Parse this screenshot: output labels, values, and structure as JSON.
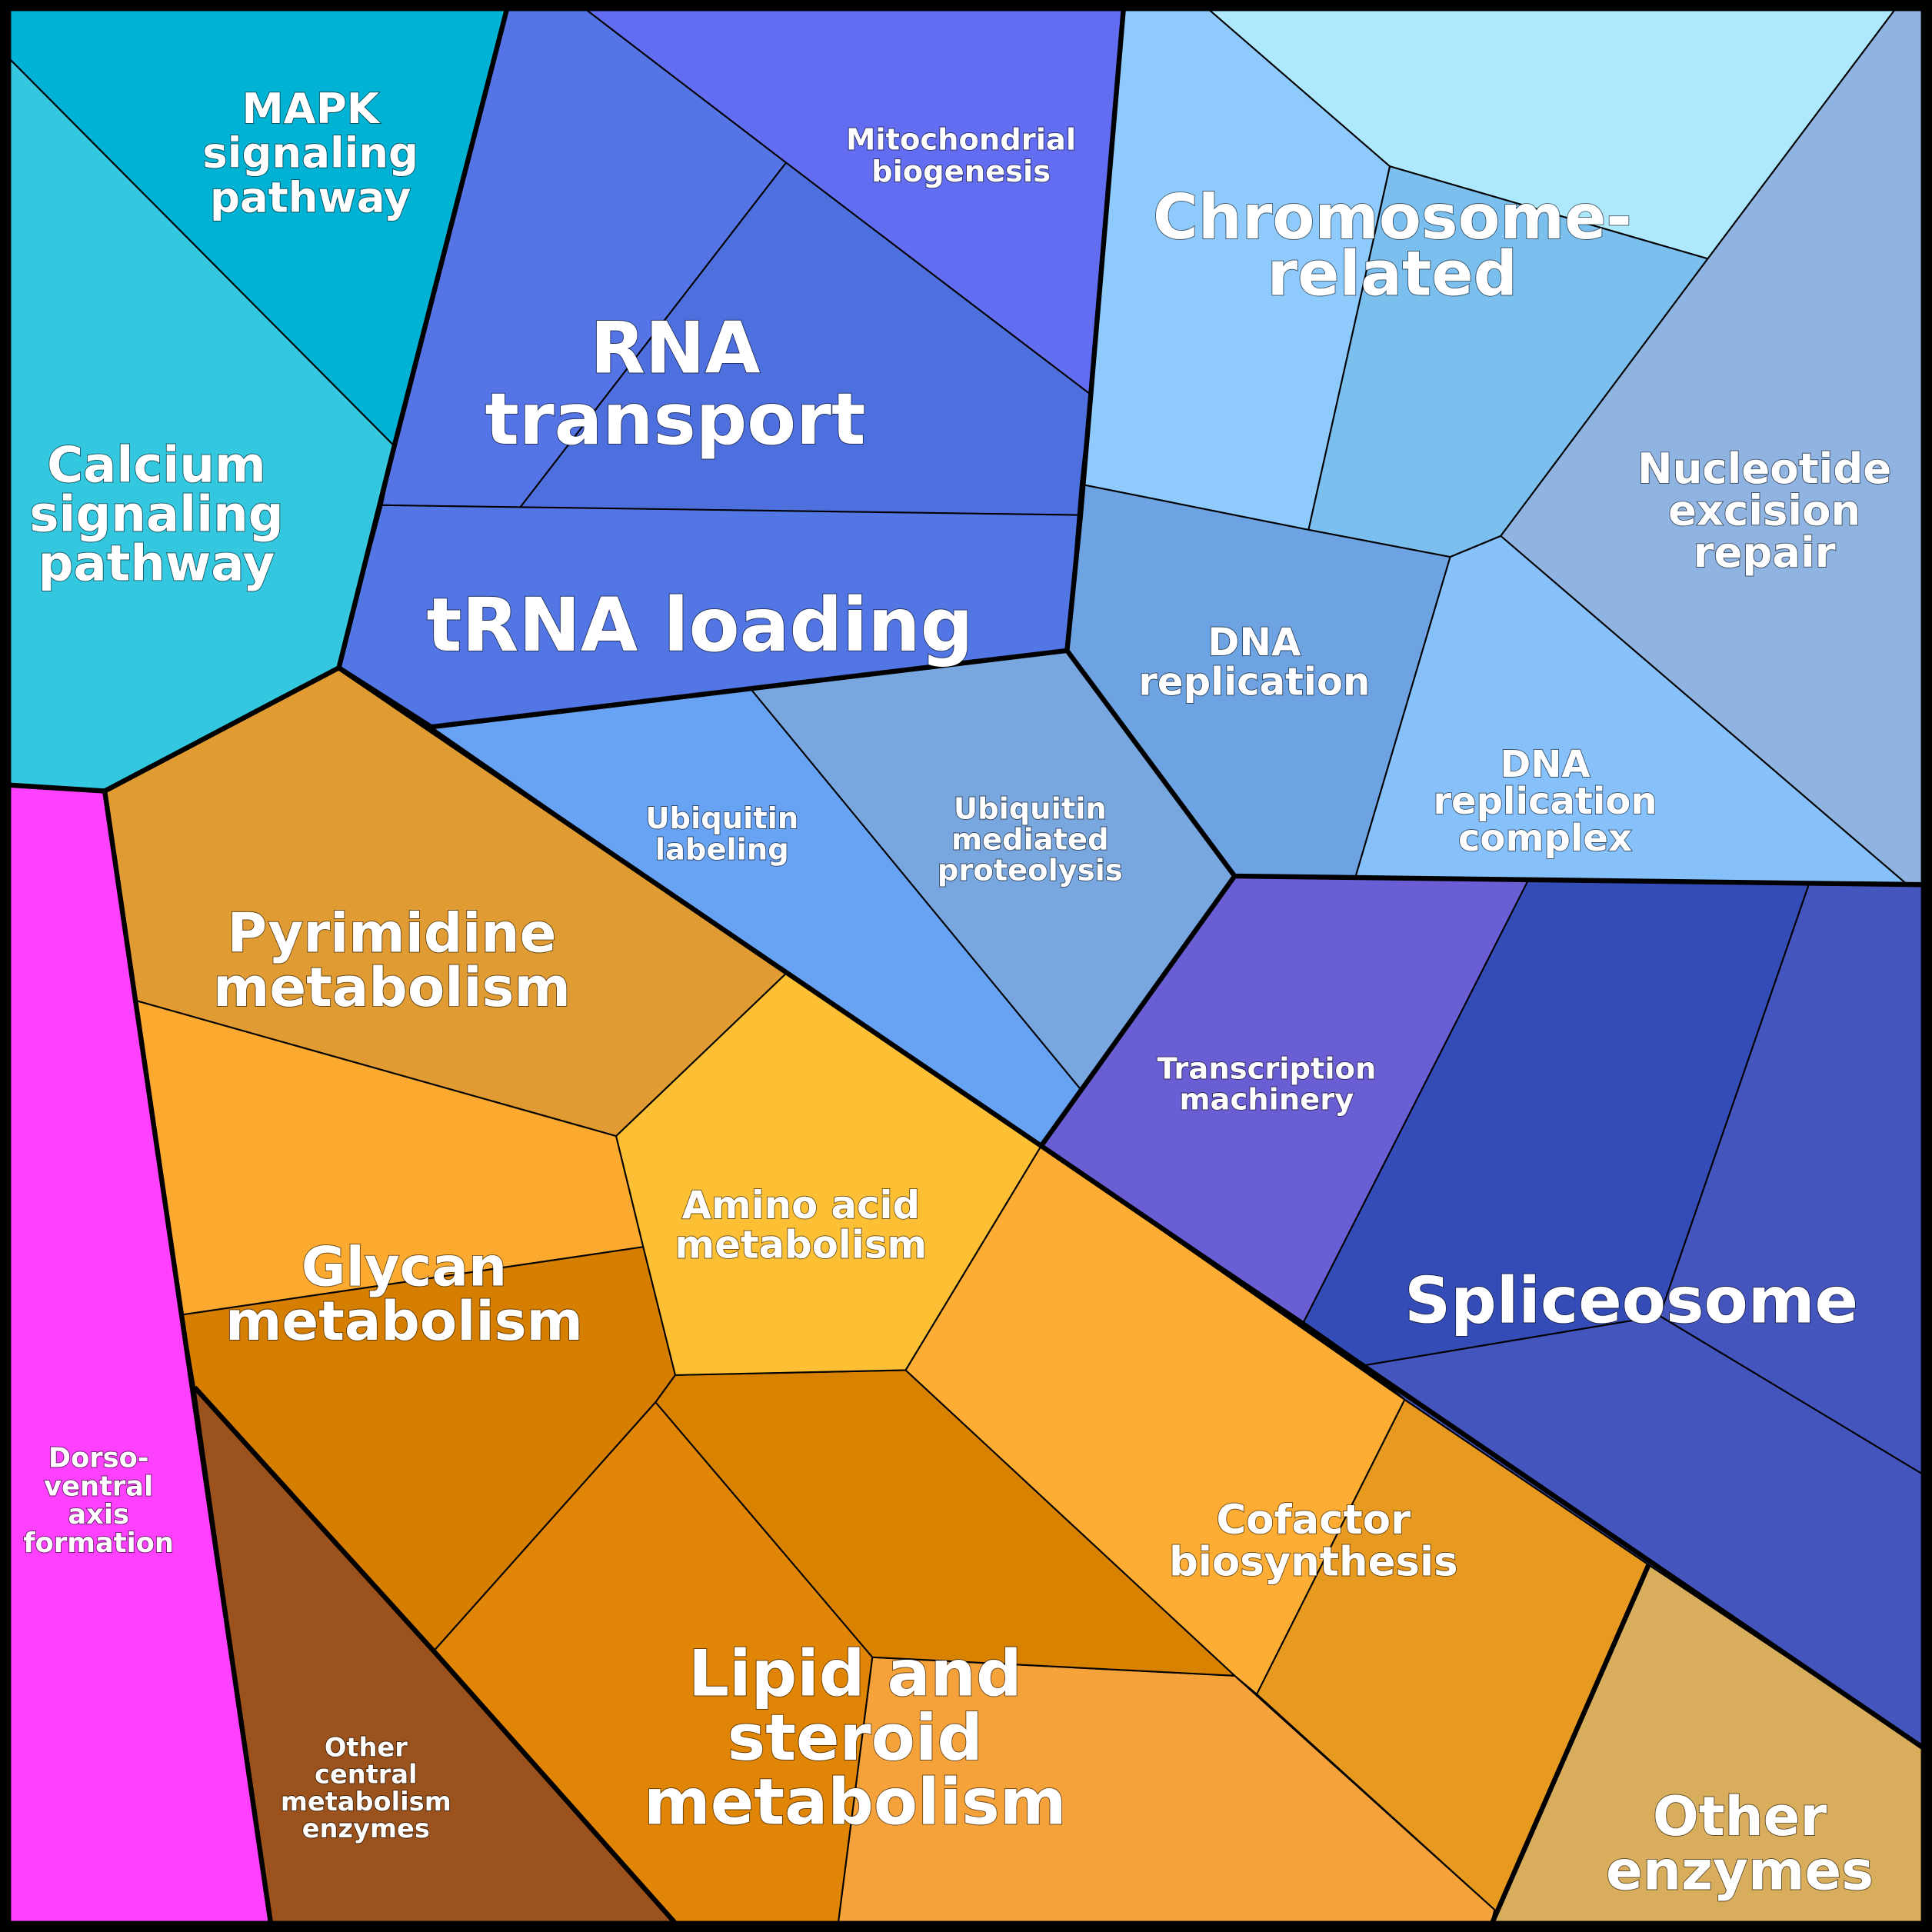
{
  "diagram": {
    "type": "voronoi-treemap",
    "groups": [
      {
        "id": "signaling",
        "members": [
          "mapk",
          "calcium"
        ]
      },
      {
        "id": "rna",
        "members": [
          "rna_transport",
          "mitochondrial",
          "trna"
        ]
      },
      {
        "id": "dna",
        "members": [
          "chromosome",
          "nucleotide",
          "dna_replication",
          "dna_rep_complex"
        ]
      },
      {
        "id": "protein",
        "members": [
          "ubiquitin_labeling",
          "ubiquitin_mediated"
        ]
      },
      {
        "id": "transcription",
        "members": [
          "transcription",
          "spliceosome"
        ]
      },
      {
        "id": "metabolism",
        "members": [
          "pyrimidine",
          "glycan",
          "amino_acid",
          "lipid",
          "cofactor",
          "other_central",
          "other_enzymes"
        ]
      },
      {
        "id": "development",
        "members": [
          "dorso"
        ]
      }
    ]
  },
  "colors": {
    "mapk": "#00B3D5",
    "calcium": "#33C8E0",
    "rna_transport_a": "#5574E5",
    "rna_transport_b": "#4E70DE",
    "mitochondrial": "#626DF2",
    "trna": "#5276E3",
    "chromosome_a": "#8ECAFB",
    "chromosome_b": "#AEE8FD",
    "chromosome_c": "#7BBFEE",
    "nucleotide": "#8FB4E2",
    "dna_replication": "#6DA3E2",
    "dna_rep_complex": "#86C1FB",
    "ubiquitin_labeling": "#67A2F3",
    "ubiquitin_mediated": "#78A7E0",
    "transcription": "#6A5ED5",
    "spliceosome_a": "#334CB7",
    "spliceosome_b": "#4455BE",
    "spliceosome_c": "#4455BE",
    "other_enzymes": "#D8AE5D",
    "cofactor_a": "#FDAD33",
    "cofactor_b": "#E89A20",
    "lipid_a": "#E08505",
    "lipid_b": "#D98200",
    "lipid_c": "#F6A23A",
    "amino_acid": "#FDBF33",
    "pyrimidine": "#E09C33",
    "glycan_a": "#FCAA2F",
    "glycan_b": "#D67E00",
    "other_central": "#9B521C",
    "dorso": "#FF40FF"
  },
  "labels": {
    "mapk": [
      "MAPK",
      "signaling",
      "pathway"
    ],
    "calcium": [
      "Calcium",
      "signaling",
      "pathway"
    ],
    "rna_transport": [
      "RNA",
      "transport"
    ],
    "mitochondrial": [
      "Mitochondrial",
      "biogenesis"
    ],
    "trna": [
      "tRNA loading"
    ],
    "chromosome": [
      "Chromosome-",
      "related"
    ],
    "nucleotide": [
      "Nucleotide",
      "excision",
      "repair"
    ],
    "dna_replication": [
      "DNA",
      "replication"
    ],
    "dna_rep_complex": [
      "DNA",
      "replication",
      "complex"
    ],
    "ubiquitin_labeling": [
      "Ubiquitin",
      "labeling"
    ],
    "ubiquitin_mediated": [
      "Ubiquitin",
      "mediated",
      "proteolysis"
    ],
    "transcription": [
      "Transcription",
      "machinery"
    ],
    "spliceosome": [
      "Spliceosome"
    ],
    "pyrimidine": [
      "Pyrimidine",
      "metabolism"
    ],
    "amino_acid": [
      "Amino acid",
      "metabolism"
    ],
    "glycan": [
      "Glycan",
      "metabolism"
    ],
    "cofactor": [
      "Cofactor",
      "biosynthesis"
    ],
    "lipid": [
      "Lipid and",
      "steroid",
      "metabolism"
    ],
    "other_central": [
      "Other",
      "central",
      "metabolism",
      "enzymes"
    ],
    "other_enzymes": [
      "Other",
      "enzymes"
    ],
    "dorso": [
      "Dorso-",
      "ventral",
      "axis",
      "formation"
    ]
  }
}
